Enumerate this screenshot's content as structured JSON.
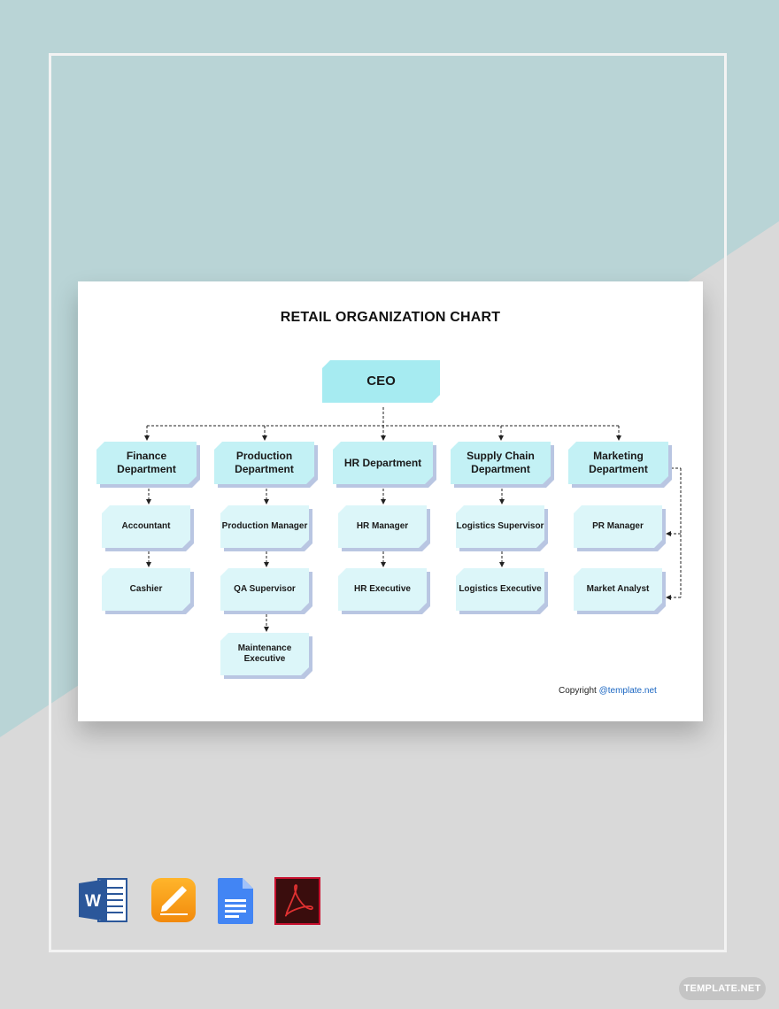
{
  "chart_title": "RETAIL ORGANIZATION CHART",
  "nodes": {
    "ceo": "CEO",
    "finance": "Finance Department",
    "production": "Production Department",
    "hr": "HR Department",
    "supply": "Supply Chain Department",
    "marketing": "Marketing Department",
    "accountant": "Accountant",
    "cashier": "Cashier",
    "prod_manager": "Production Manager",
    "qa_supervisor": "QA Supervisor",
    "maint_exec": "Maintenance Executive",
    "hr_manager": "HR Manager",
    "hr_exec": "HR Executive",
    "log_supervisor": "Logistics Supervisor",
    "log_exec": "Logistics Executive",
    "pr_manager": "PR Manager",
    "market_analyst": "Market Analyst"
  },
  "edges": [
    [
      "ceo",
      "finance"
    ],
    [
      "ceo",
      "production"
    ],
    [
      "ceo",
      "hr"
    ],
    [
      "ceo",
      "supply"
    ],
    [
      "ceo",
      "marketing"
    ],
    [
      "finance",
      "accountant"
    ],
    [
      "accountant",
      "cashier"
    ],
    [
      "production",
      "prod_manager"
    ],
    [
      "prod_manager",
      "qa_supervisor"
    ],
    [
      "qa_supervisor",
      "maint_exec"
    ],
    [
      "hr",
      "hr_manager"
    ],
    [
      "hr_manager",
      "hr_exec"
    ],
    [
      "supply",
      "log_supervisor"
    ],
    [
      "log_supervisor",
      "log_exec"
    ],
    [
      "marketing",
      "pr_manager"
    ],
    [
      "marketing",
      "market_analyst"
    ]
  ],
  "copyright": {
    "label": "Copyright",
    "link": "@template.net"
  },
  "app_icons": [
    "word-icon",
    "pages-icon",
    "google-docs-icon",
    "pdf-icon"
  ],
  "badge": "TEMPLATE.NET",
  "colors": {
    "bg_teal": "#b9d4d6",
    "bg_gray": "#d9d9d9",
    "ceo_fill": "#a6ebf1",
    "dept_fill": "#c3f1f5",
    "role_fill": "#dcf6f9",
    "node_shadow": "#b9c6e2"
  }
}
